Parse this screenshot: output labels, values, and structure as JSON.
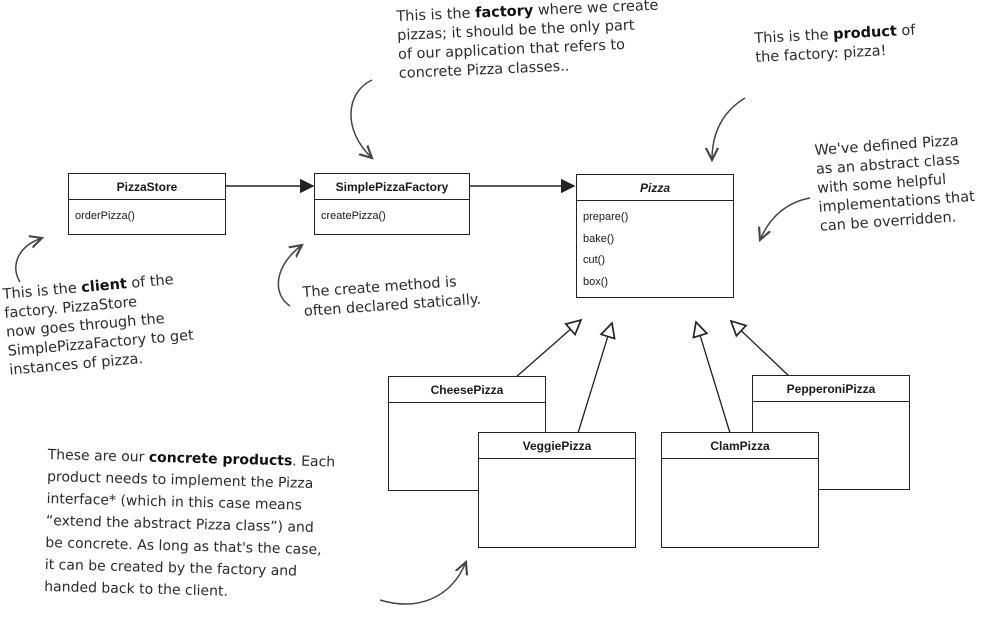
{
  "classes": {
    "pizza_store": {
      "name": "PizzaStore",
      "methods": [
        "orderPizza()"
      ]
    },
    "simple_pizza_factory": {
      "name": "SimplePizzaFactory",
      "methods": [
        "createPizza()"
      ]
    },
    "pizza": {
      "name": "Pizza",
      "methods": [
        "prepare()",
        "bake()",
        "cut()",
        "box()"
      ]
    },
    "cheese_pizza": {
      "name": "CheesePizza"
    },
    "veggie_pizza": {
      "name": "VeggiePizza"
    },
    "clam_pizza": {
      "name": "ClamPizza"
    },
    "pepperoni_pizza": {
      "name": "PepperoniPizza"
    }
  },
  "notes": {
    "factory": {
      "line1_pre": "This is the ",
      "line1_bold": "factory",
      "line1_post": " where we create",
      "line2": "pizzas; it should be the only part",
      "line3": "of our application that refers to",
      "line4": "concrete Pizza classes.."
    },
    "product": {
      "line1_pre": "This is the ",
      "line1_bold": "product",
      "line1_post": " of",
      "line2": "the factory: pizza!"
    },
    "abstract": {
      "line1": "We've defined Pizza",
      "line2": "as an abstract class",
      "line3": "with some helpful",
      "line4": "implementations that",
      "line5": "can be overridden."
    },
    "client": {
      "line1_pre": "This is the ",
      "line1_bold": "client",
      "line1_post": " of the",
      "line2": "factory. PizzaStore",
      "line3": "now goes through the",
      "line4": "SimplePizzaFactory to get",
      "line5": "instances of pizza."
    },
    "create_method": {
      "line1": "The create method is",
      "line2": "often declared statically."
    },
    "concrete": {
      "line1_pre": "These are our ",
      "line1_bold": "concrete products",
      "line1_post": ".  Each",
      "line2": "product needs to implement the Pizza",
      "line3": "interface* (which in this case means",
      "line4": "“extend the abstract Pizza class”) and",
      "line5": "be concrete.  As long as that's the case,",
      "line6": "it can be created by the factory and",
      "line7": "handed back to the client."
    }
  }
}
